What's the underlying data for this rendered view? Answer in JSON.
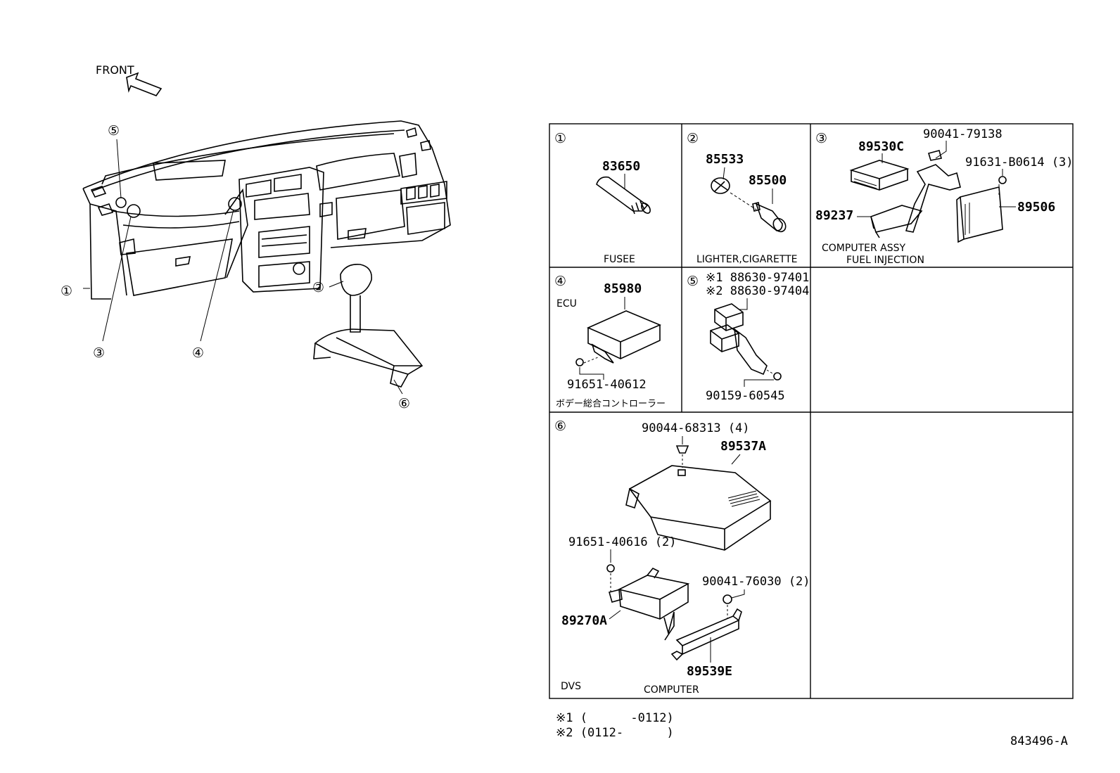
{
  "front_label": "FRONT",
  "overview_callouts": [
    "①",
    "②",
    "③",
    "④",
    "⑤",
    "⑥"
  ],
  "cells": {
    "c1": {
      "num": "①",
      "part": "83650",
      "caption": "FUSEE"
    },
    "c2": {
      "num": "②",
      "part_a": "85533",
      "part_b": "85500",
      "caption": "LIGHTER,CIGARETTE"
    },
    "c3": {
      "num": "③",
      "part_a": "89530C",
      "part_b": "90041-79138",
      "part_c": "91631-B0614 (3)",
      "part_d": "89237",
      "part_e": "89506",
      "caption_1": "COMPUTER ASSY",
      "caption_2": "FUEL INJECTION"
    },
    "c4": {
      "num": "④",
      "part_a": "85980",
      "part_b": "91651-40612",
      "label": "ECU",
      "caption": "ボデー総合コントローラー"
    },
    "c5": {
      "num": "⑤",
      "part_a": "※1 88630-97401",
      "part_b": "※2 88630-97404",
      "part_c": "90159-60545"
    },
    "c6": {
      "num": "⑥",
      "part_a": "90044-68313 (4)",
      "part_b": "89537A",
      "part_c": "91651-40616 (2)",
      "part_d": "90041-76030 (2)",
      "part_e": "89270A",
      "part_f": "89539E",
      "label": "DVS",
      "caption": "COMPUTER"
    }
  },
  "footnotes": [
    "※1 (      -0112)",
    "※2 (0112-      )"
  ],
  "diagram_id": "843496-A"
}
